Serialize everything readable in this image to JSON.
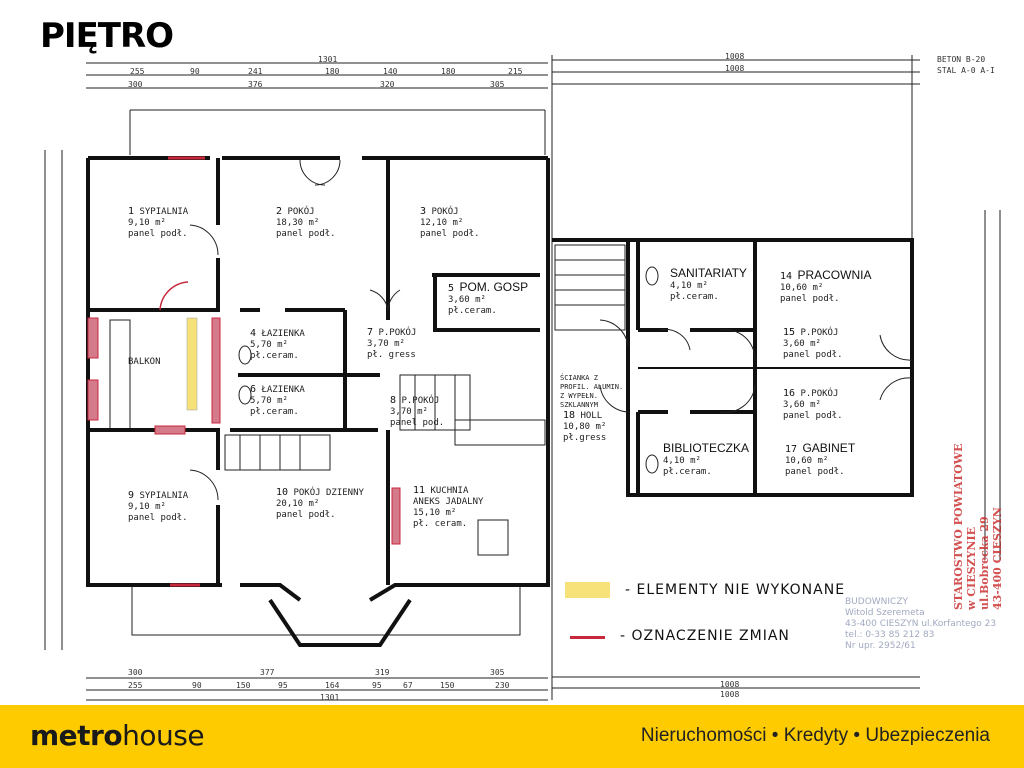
{
  "title": "PIĘTRO",
  "dimensions": {
    "top_total": "1301",
    "top_row1": [
      "255",
      "90",
      "241",
      "180",
      "140",
      "180",
      "215"
    ],
    "top_row2": [
      "300",
      "376",
      "320",
      "305"
    ],
    "right_total": [
      "1008",
      "1008"
    ],
    "bottom_row1": [
      "300",
      "377",
      "319",
      "305"
    ],
    "bottom_row2": [
      "255",
      "90",
      "150",
      "95",
      "164",
      "95",
      "67",
      "150",
      "230"
    ],
    "bottom_total": "1301",
    "bottom_right": [
      "1008",
      "1008"
    ]
  },
  "materials": {
    "beton": "BETON  B-20",
    "stal": "STAL   A-0 A-I"
  },
  "rooms": [
    {
      "num": "1",
      "name": "SYPIALNIA",
      "area": "9,10 m²",
      "floor": "panel podł."
    },
    {
      "num": "2",
      "name": "POKÓJ",
      "area": "18,30 m²",
      "floor": "panel podł."
    },
    {
      "num": "3",
      "name": "POKÓJ",
      "area": "12,10 m²",
      "floor": "panel podł."
    },
    {
      "num": "5",
      "name": "POM. GOSP",
      "area": "3,60 m²",
      "floor": "pł.ceram."
    },
    {
      "num": "4",
      "name": "ŁAZIENKA",
      "area": "5,70 m²",
      "floor": "pł.ceram."
    },
    {
      "num": "6",
      "name": "ŁAZIENKA",
      "area": "5,70 m²",
      "floor": "pł.ceram."
    },
    {
      "num": "7",
      "name": "P.POKÓJ",
      "area": "3,70 m²",
      "floor": "pł. gress"
    },
    {
      "num": "8",
      "name": "P.POKÓJ",
      "area": "3,70 m²",
      "floor": "panel pod."
    },
    {
      "num": "",
      "name": "BALKON",
      "area": "",
      "floor": ""
    },
    {
      "num": "9",
      "name": "SYPIALNIA",
      "area": "9,10 m²",
      "floor": "panel podł."
    },
    {
      "num": "10",
      "name": "POKÓJ DZIENNY",
      "area": "20,10 m²",
      "floor": "panel podł."
    },
    {
      "num": "11",
      "name": "KUCHNIA ANEKS JADALNY",
      "area": "15,10 m²",
      "floor": "pł. ceram."
    },
    {
      "num": "",
      "name": "SANITARIATY",
      "area": "4,10 m²",
      "floor": "pł.ceram."
    },
    {
      "num": "14",
      "name": "PRACOWNIA",
      "area": "10,60 m²",
      "floor": "panel podł."
    },
    {
      "num": "15",
      "name": "P.POKÓJ",
      "area": "3,60 m²",
      "floor": "panel podł."
    },
    {
      "num": "16",
      "name": "P.POKÓJ",
      "area": "3,60 m²",
      "floor": "panel podł."
    },
    {
      "num": "",
      "name": "BIBLIOTECZKA",
      "area": "4,10 m²",
      "floor": "pł.ceram."
    },
    {
      "num": "17",
      "name": "GABINET",
      "area": "10,60 m²",
      "floor": "panel podł."
    },
    {
      "num": "18",
      "name": "HOLL",
      "area": "10,80 m²",
      "floor": "pł.gress"
    }
  ],
  "partition_note": "ŚCIANKA Z PROFIL. ALUMIN. Z WYPEŁN. SZKLANNYM",
  "legend": [
    {
      "label": "- ELEMENTY NIE WYKONANE",
      "color": "#f7e27a"
    },
    {
      "label": "- OZNACZENIE ZMIAN",
      "color": "#c8283c"
    }
  ],
  "stamp_red": [
    "STAROSTWO POWIATOWE",
    "w CIESZYNIE",
    "ul.Bobrecka 29",
    "43-400 CIESZYN"
  ],
  "stamp_blue": [
    "BUDOWNICZY",
    "Witold Szeremeta",
    "43-400 CIESZYN ul.Korfantego 23",
    "tel.: 0-33 85 212 83",
    "Nr upr. 2952/61"
  ],
  "footer": {
    "logo_bold": "metro",
    "logo_light": "house",
    "tagline": "Nieruchomości • Kredyty • Ubezpieczenia",
    "bg_color": "#fdcb00"
  }
}
